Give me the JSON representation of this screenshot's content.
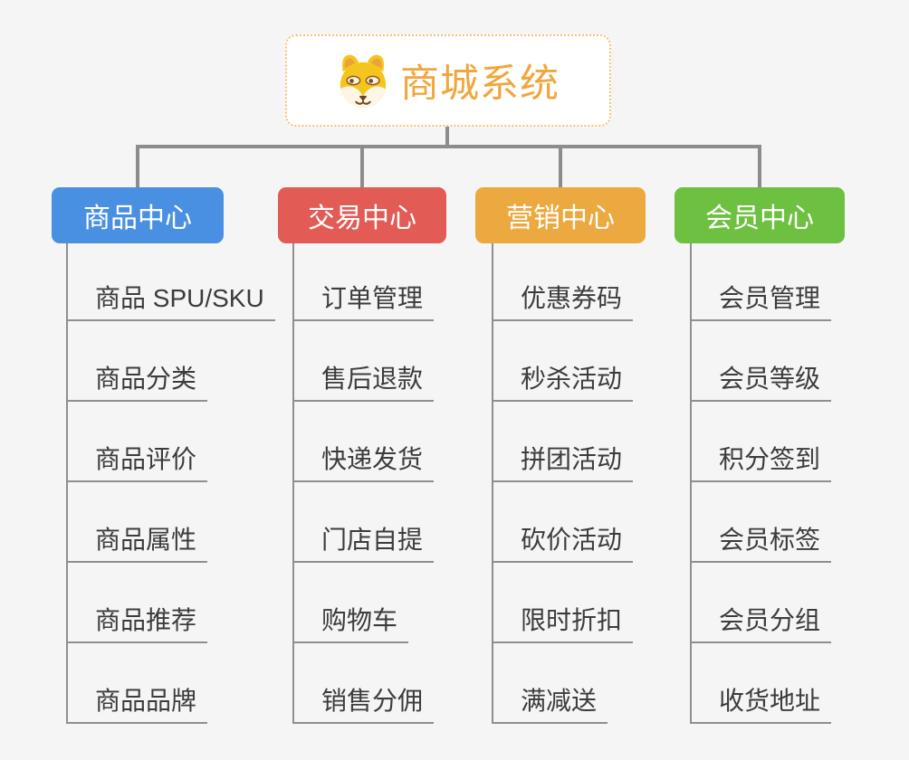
{
  "background_color": "#f5f5f5",
  "connector_color": "#8c8c8c",
  "root": {
    "title": "商城系统",
    "icon": "shiba-dog-icon",
    "title_color": "#f0a63c",
    "border_color": "#f6c271"
  },
  "branches": [
    {
      "label": "商品中心",
      "color": "#4a90e2",
      "items": [
        "商品 SPU/SKU",
        "商品分类",
        "商品评价",
        "商品属性",
        "商品推荐",
        "商品品牌"
      ]
    },
    {
      "label": "交易中心",
      "color": "#e25b55",
      "items": [
        "订单管理",
        "售后退款",
        "快递发货",
        "门店自提",
        "购物车",
        "销售分佣"
      ]
    },
    {
      "label": "营销中心",
      "color": "#eba93f",
      "items": [
        "优惠券码",
        "秒杀活动",
        "拼团活动",
        "砍价活动",
        "限时折扣",
        "满减送"
      ]
    },
    {
      "label": "会员中心",
      "color": "#6dc040",
      "items": [
        "会员管理",
        "会员等级",
        "积分签到",
        "会员标签",
        "会员分组",
        "收货地址"
      ]
    }
  ]
}
